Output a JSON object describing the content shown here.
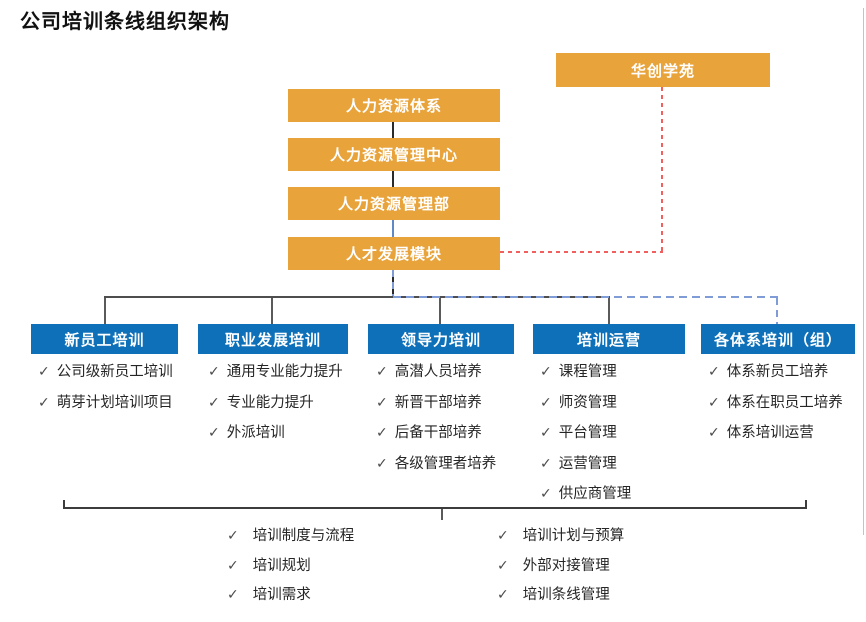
{
  "title": "公司培训条线组织架构",
  "ui": {
    "checkmark": "✓"
  },
  "colors": {
    "orange": "#E8A33B",
    "blue": "#0D70B8",
    "dash-red": "#F25F5F",
    "dash-blue": "#7F9CD6"
  },
  "academy_box": {
    "label": "华创学苑"
  },
  "hierarchy_boxes": [
    {
      "label": "人力资源体系"
    },
    {
      "label": "人力资源管理中心"
    },
    {
      "label": "人力资源管理部"
    },
    {
      "label": "人才发展模块"
    }
  ],
  "departments": [
    {
      "label": "新员工培训",
      "items": [
        "公司级新员工培训",
        "萌芽计划培训项目"
      ]
    },
    {
      "label": "职业发展培训",
      "items": [
        "通用专业能力提升",
        "专业能力提升",
        "外派培训"
      ]
    },
    {
      "label": "领导力培训",
      "items": [
        "高潜人员培养",
        "新晋干部培养",
        "后备干部培养",
        "各级管理者培养"
      ]
    },
    {
      "label": "培训运营",
      "items": [
        "课程管理",
        "师资管理",
        "平台管理",
        "运营管理",
        "供应商管理"
      ]
    },
    {
      "label": "各体系培训（组）",
      "items": [
        "体系新员工培养",
        "体系在职员工培养",
        "体系培训运营"
      ]
    }
  ],
  "footer": {
    "left_items": [
      "培训制度与流程",
      "培训规划",
      "培训需求"
    ],
    "right_items": [
      "培训计划与预算",
      "外部对接管理",
      "培训条线管理"
    ]
  }
}
